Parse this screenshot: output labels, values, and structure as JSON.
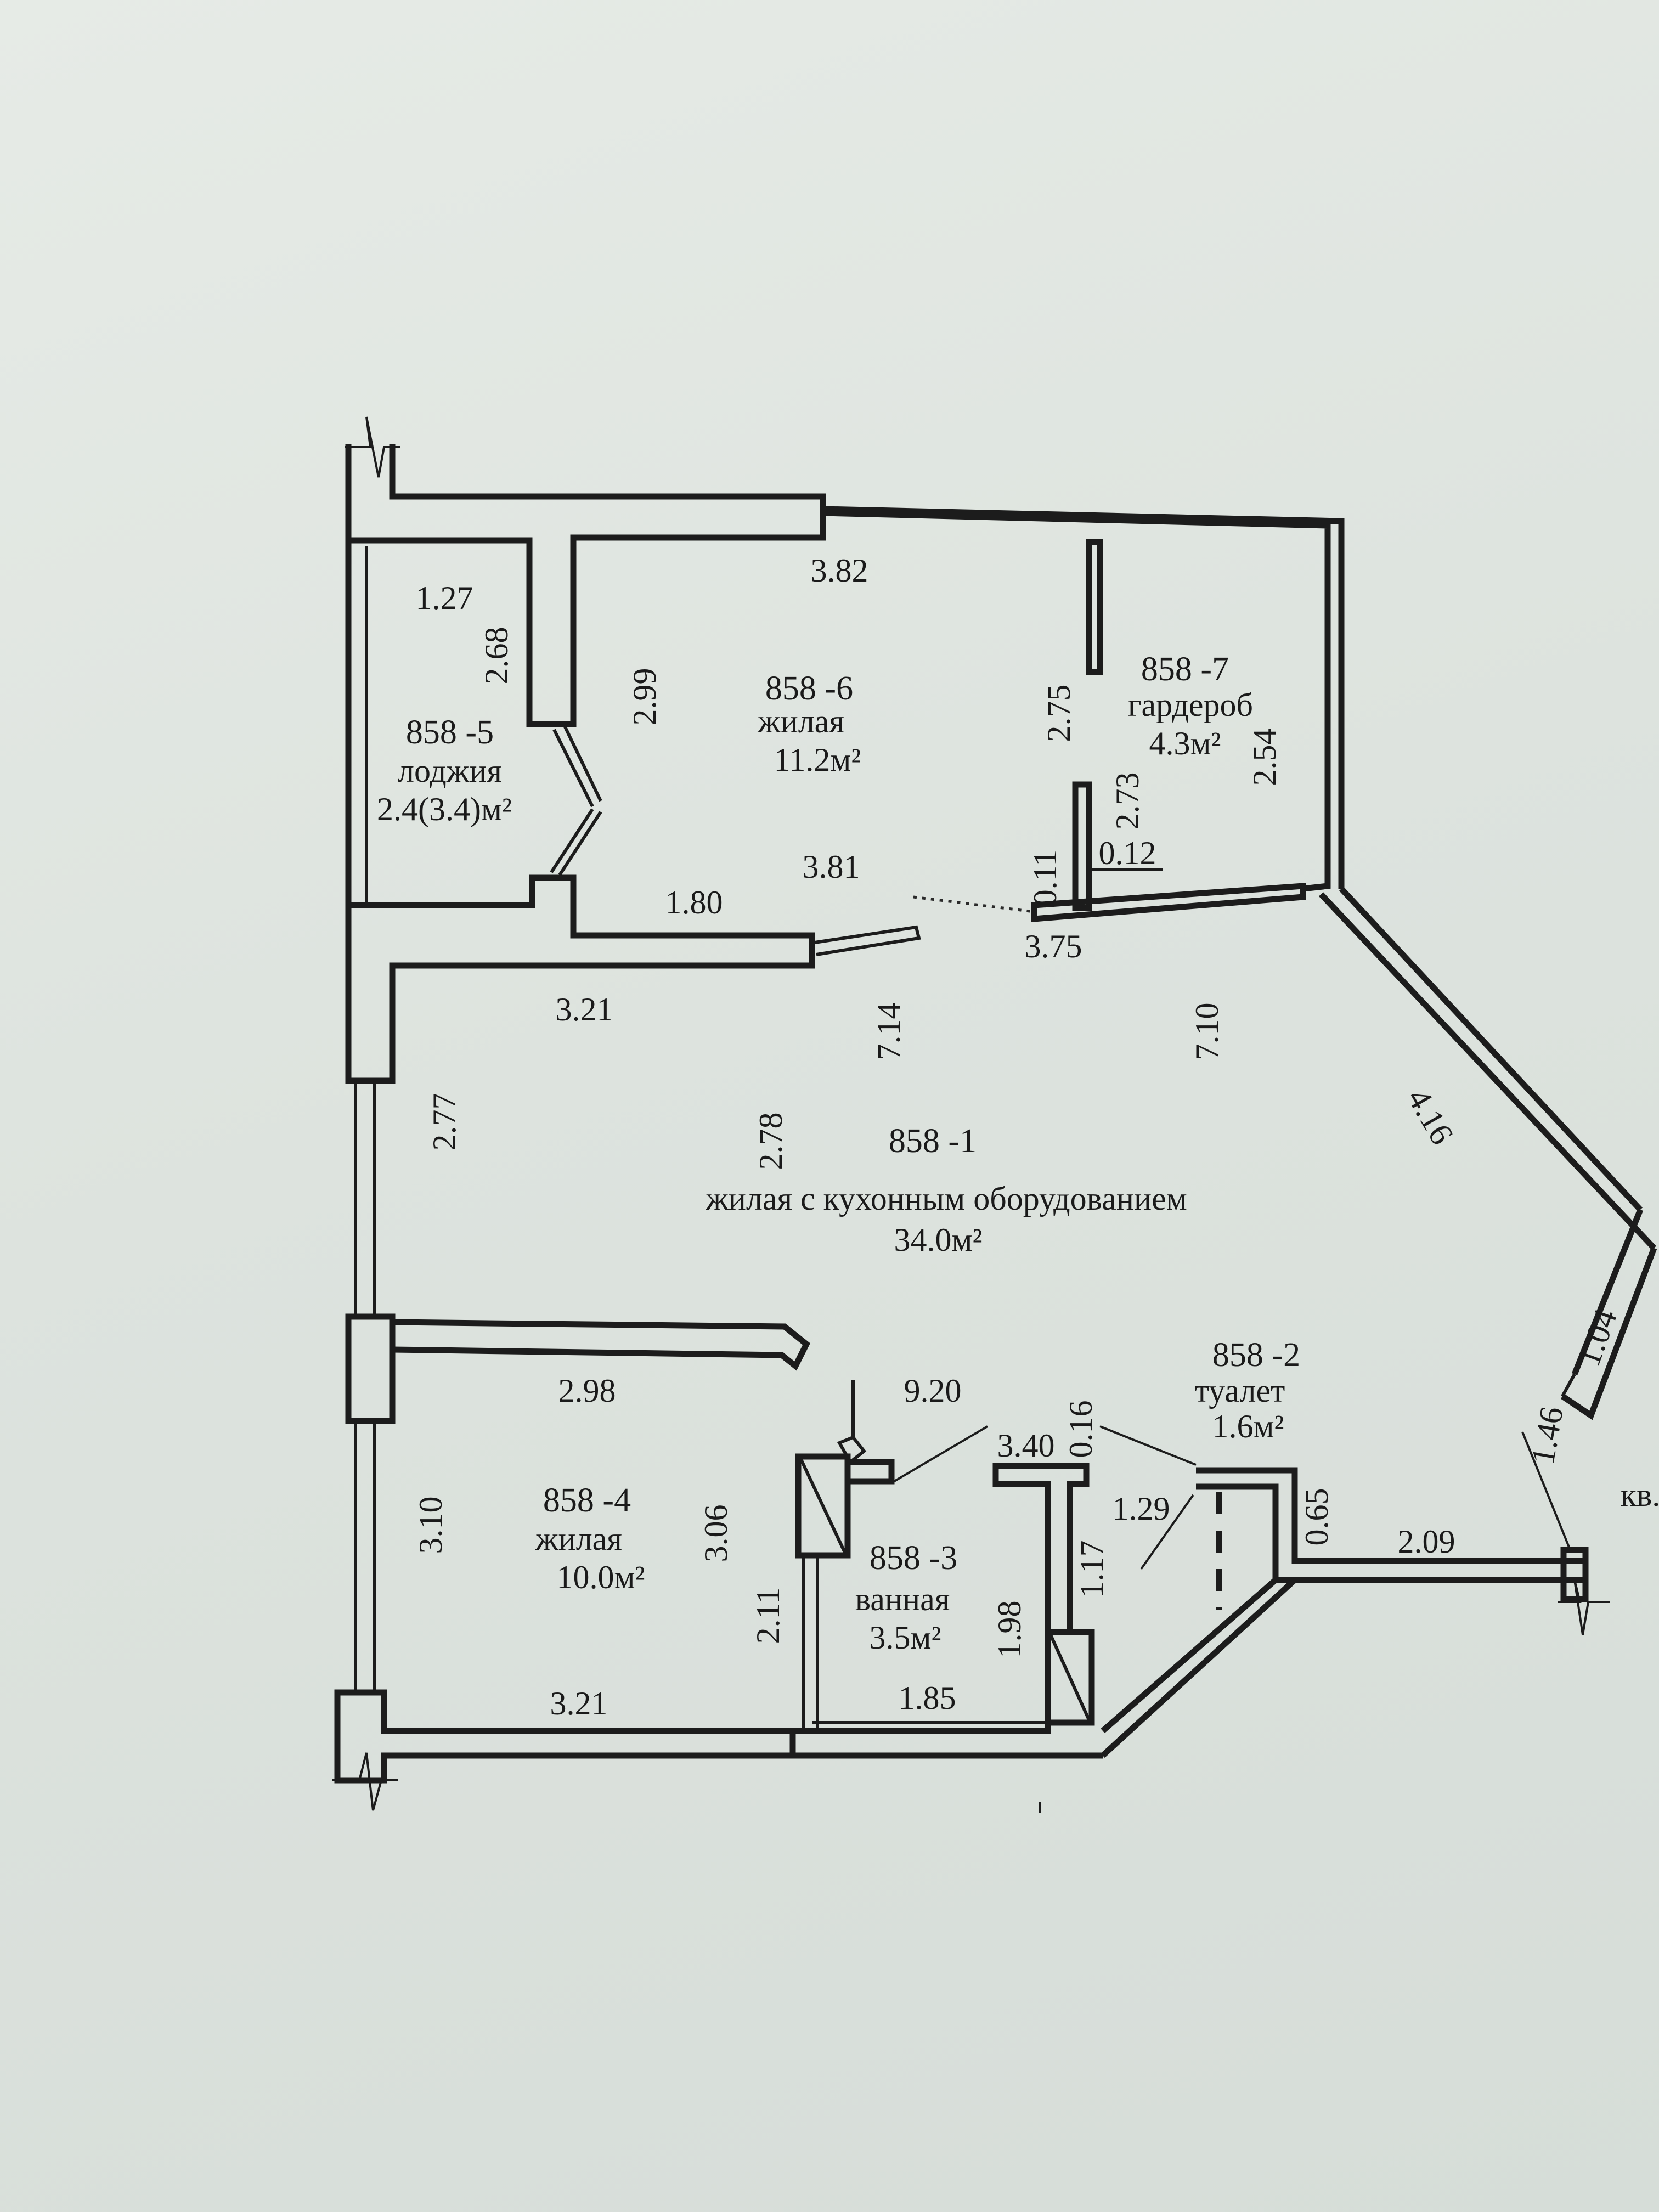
{
  "rooms": {
    "r1": {
      "id": "858 -1",
      "name": "жилая с кухонным оборудованием",
      "area": "34.0м²"
    },
    "r2": {
      "id": "858 -2",
      "name": "туалет",
      "area": "1.6м²"
    },
    "r3": {
      "id": "858 -3",
      "name": "ванная",
      "area": "3.5м²"
    },
    "r4": {
      "id": "858 -4",
      "name": "жилая",
      "area": "10.0м²"
    },
    "r5": {
      "id": "858 -5",
      "name": "лоджия",
      "area": "2.4(3.4)м²"
    },
    "r6": {
      "id": "858 -6",
      "name": "жилая",
      "area": "11.2м²"
    },
    "r7": {
      "id": "858 -7",
      "name": "гардероб",
      "area": "4.3м²"
    }
  },
  "dims": {
    "d_1_27": "1.27",
    "d_2_68": "2.68",
    "d_2_99": "2.99",
    "d_3_82": "3.82",
    "d_2_75": "2.75",
    "d_2_73": "2.73",
    "d_2_54": "2.54",
    "d_0_11": "0.11",
    "d_0_12": "0.12",
    "d_3_81": "3.81",
    "d_1_80": "1.80",
    "d_3_75": "3.75",
    "d_3_21_top": "3.21",
    "d_7_14": "7.14",
    "d_7_10": "7.10",
    "d_2_77": "2.77",
    "d_2_78": "2.78",
    "d_4_16": "4.16",
    "d_1_04": "1.04",
    "d_2_98": "2.98",
    "d_9_20": "9.20",
    "d_3_40": "3.40",
    "d_0_16": "0.16",
    "d_1_46": "1.46",
    "d_1_29": "1.29",
    "d_0_65": "0.65",
    "d_2_09": "2.09",
    "d_3_10": "3.10",
    "d_3_06": "3.06",
    "d_1_17": "1.17",
    "d_1_98": "1.98",
    "d_2_11": "2.11",
    "d_1_85": "1.85",
    "d_3_21_bottom": "3.21"
  },
  "side_label": "кв."
}
